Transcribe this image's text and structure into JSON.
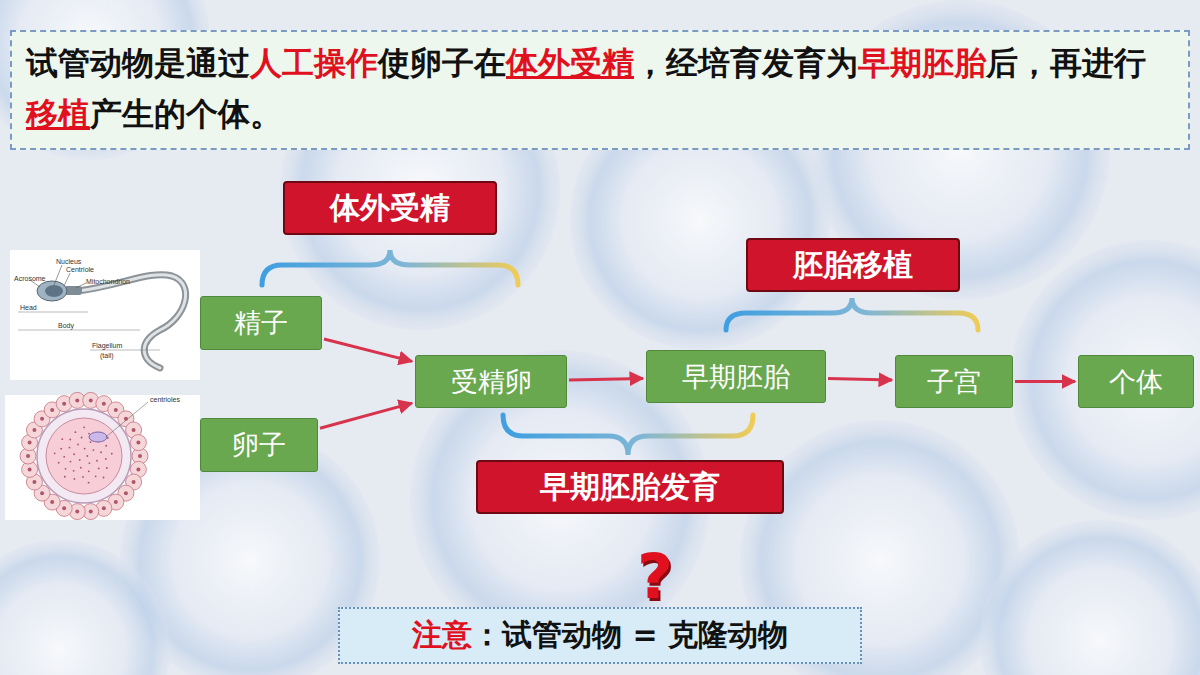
{
  "diagram": {
    "title": "试管动物是通过人工操作使卵子在体外受精，经培育发育为早期胚胎后，再进行移植产生的个体。",
    "nodes": [
      {
        "text": [
          "体外受精"
        ]
      },
      {
        "text": [
          "胚胎移植"
        ]
      },
      {
        "text": [
          "精子"
        ]
      },
      {
        "text": [
          "受精卵"
        ]
      },
      {
        "text": [
          "早期胚胎"
        ]
      },
      {
        "text": [
          "子宫"
        ]
      },
      {
        "text": [
          "个体"
        ]
      },
      {
        "text": [
          "卵子"
        ]
      },
      {
        "text": [
          "早期胚胎发育"
        ]
      },
      {
        "text": [
          "注意：试管动物 = 克隆动物"
        ]
      }
    ],
    "edges": [
      {
        "from": 2,
        "to": 3,
        "arrow": "to"
      },
      {
        "from": 7,
        "to": 3,
        "arrow": "to"
      },
      {
        "from": 3,
        "to": 4,
        "arrow": "to"
      },
      {
        "from": 4,
        "to": 5,
        "arrow": "to"
      },
      {
        "from": 5,
        "to": 6,
        "arrow": "to"
      }
    ],
    "labels": [
      "?",
      "Nucleus",
      "Acrosome",
      "Centriole",
      "Mitochondrion",
      "Head",
      "Body",
      "Flagellum",
      "(tail)",
      "centrioles"
    ]
  }
}
